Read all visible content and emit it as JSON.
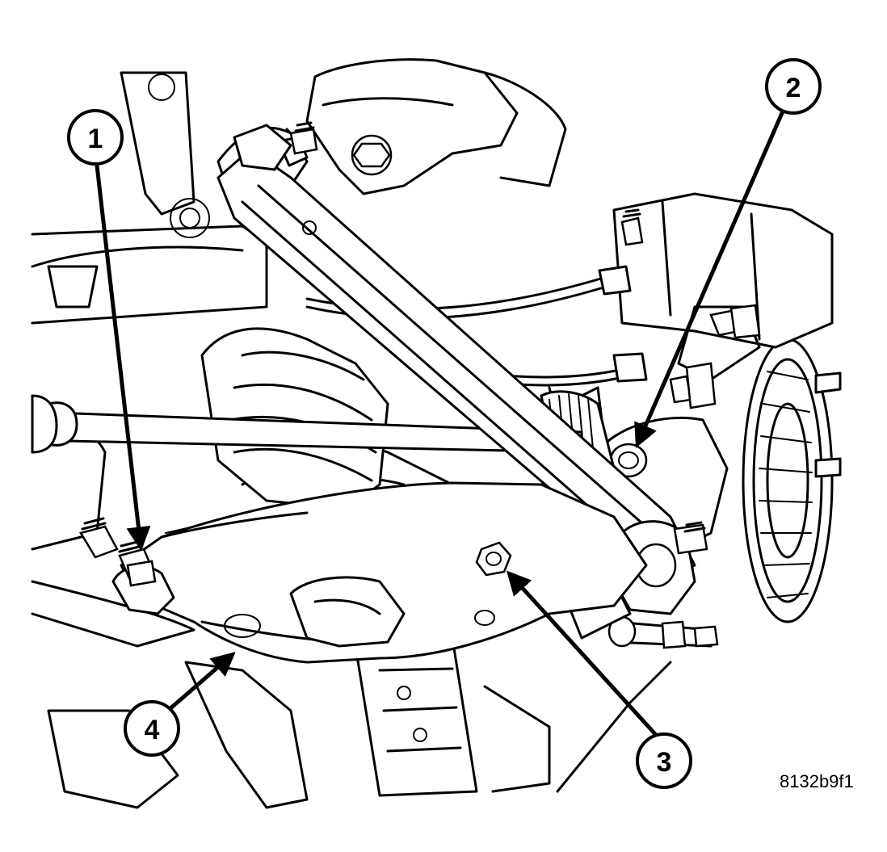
{
  "diagram": {
    "callouts": [
      {
        "id": "1",
        "label": "1"
      },
      {
        "id": "2",
        "label": "2"
      },
      {
        "id": "3",
        "label": "3"
      },
      {
        "id": "4",
        "label": "4"
      }
    ],
    "reference_code": "8132b9f1"
  }
}
